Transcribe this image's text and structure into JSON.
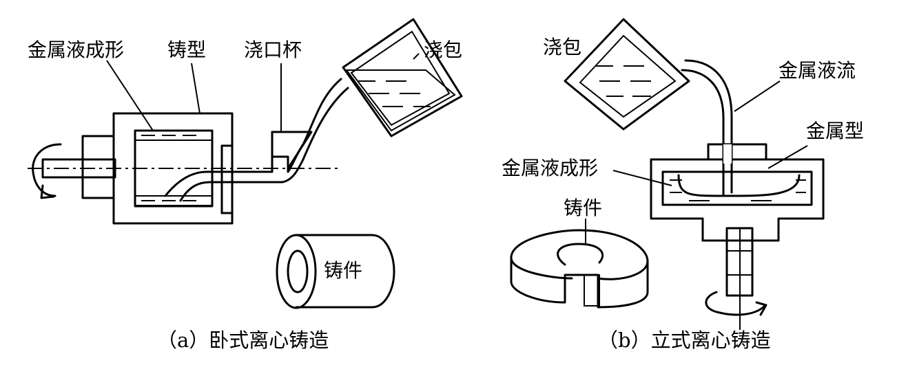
{
  "left": {
    "labels": {
      "metal_forming": "金属液成形",
      "mold": "铸型",
      "sprue_cup": "浇口杯",
      "ladle": "浇包",
      "casting": "铸件"
    },
    "caption": "（a）卧式离心铸造"
  },
  "right": {
    "labels": {
      "ladle": "浇包",
      "metal_stream": "金属液流",
      "metal_mold": "金属型",
      "metal_forming": "金属液成形",
      "casting": "铸件"
    },
    "caption": "（b）立式离心铸造"
  }
}
